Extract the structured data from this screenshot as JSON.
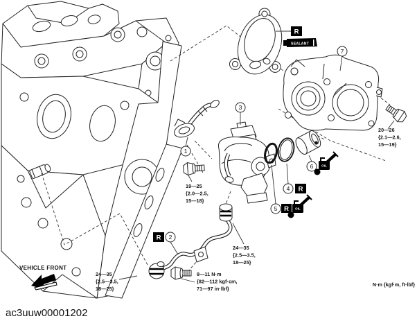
{
  "figure": {
    "code": "ac3uuw00001202",
    "units_note": "N·m {kgf·m, ft·lbf}",
    "vehicle_front": "VEHICLE FRONT"
  },
  "symbols": {
    "replace": "R",
    "sealant": "SEALANT",
    "oil": "OIL"
  },
  "callouts": [
    "1",
    "2",
    "3",
    "4",
    "5",
    "6",
    "7"
  ],
  "torque_specs": {
    "pump_bolt": {
      "line1": "19—25",
      "line2": "{2.0—2.5,",
      "line3": "15—18}"
    },
    "pipe_nut_left": {
      "line1": "24—35",
      "line2": "{2.5—3.5,",
      "line3": "18—25}"
    },
    "pipe_bracket_bolt": {
      "line1": "8—11 N·m",
      "line2": "{82—112 kgf·cm,",
      "line3": "71—97 in·lbf}"
    },
    "pipe_nut_right": {
      "line1": "24—35",
      "line2": "{2.5—3.5,",
      "line3": "18—25}"
    },
    "housing_bolt": {
      "line1": "20—26",
      "line2": "{2.1—2.6,",
      "line3": "15—19}"
    }
  },
  "colors": {
    "line": "#222222",
    "background": "#ffffff",
    "marker_background": "#000000",
    "marker_foreground": "#ffffff"
  }
}
